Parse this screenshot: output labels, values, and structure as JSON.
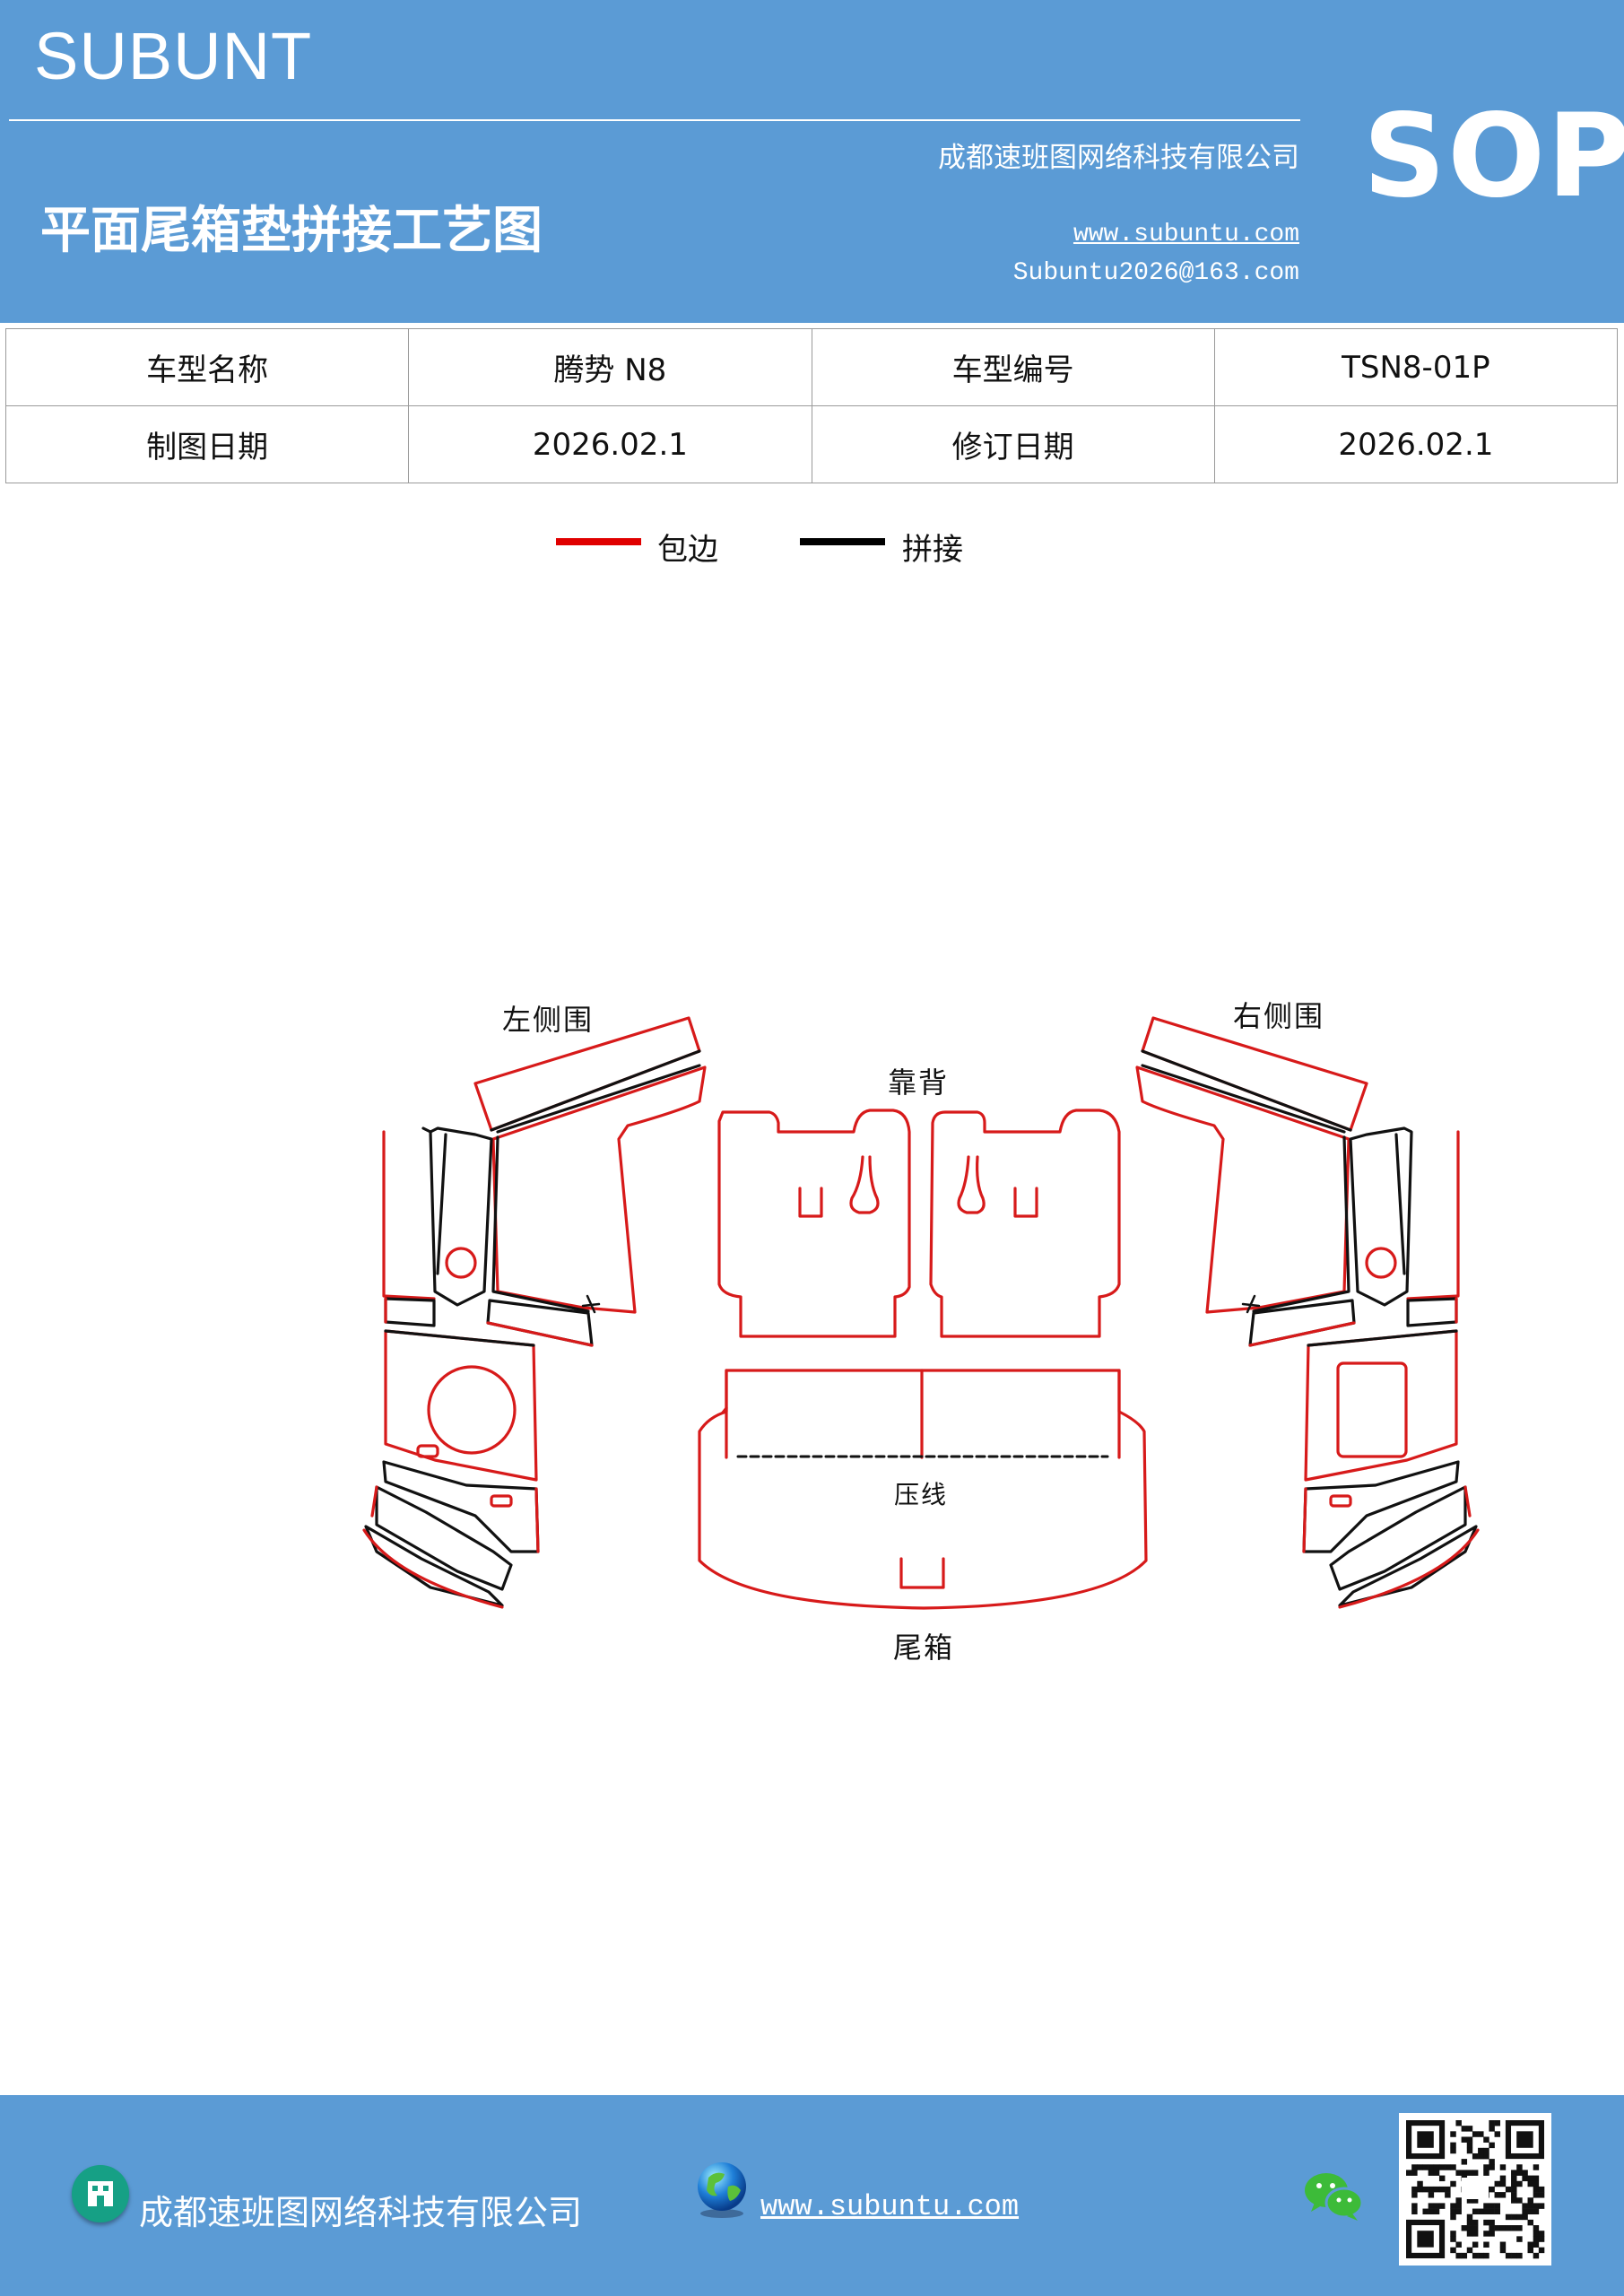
{
  "header": {
    "brand": "SUBUNT",
    "company": "成都速班图网络科技有限公司",
    "title": "平面尾箱垫拼接工艺图",
    "url": "www.subuntu.com",
    "email": "Subuntu2026@163.com",
    "badge": "SOP"
  },
  "info_table": {
    "rows": [
      [
        "车型名称",
        "腾势 N8",
        "车型编号",
        "TSN8-01P"
      ],
      [
        "制图日期",
        "2026.02.1",
        "修订日期",
        "2026.02.1"
      ]
    ]
  },
  "legend": {
    "items": [
      {
        "label": "包边",
        "color": "#e00000"
      },
      {
        "label": "拼接",
        "color": "#000000"
      }
    ]
  },
  "diagram": {
    "labels": {
      "left_side": "左侧围",
      "right_side": "右侧围",
      "backrest": "靠背",
      "press_line": "压线",
      "trunk": "尾箱"
    },
    "colors": {
      "edge": "#d71a1a",
      "seam": "#111111"
    }
  },
  "footer": {
    "company": "成都速班图网络科技有限公司",
    "url": "www.subuntu.com",
    "color": "#5b9bd5"
  }
}
